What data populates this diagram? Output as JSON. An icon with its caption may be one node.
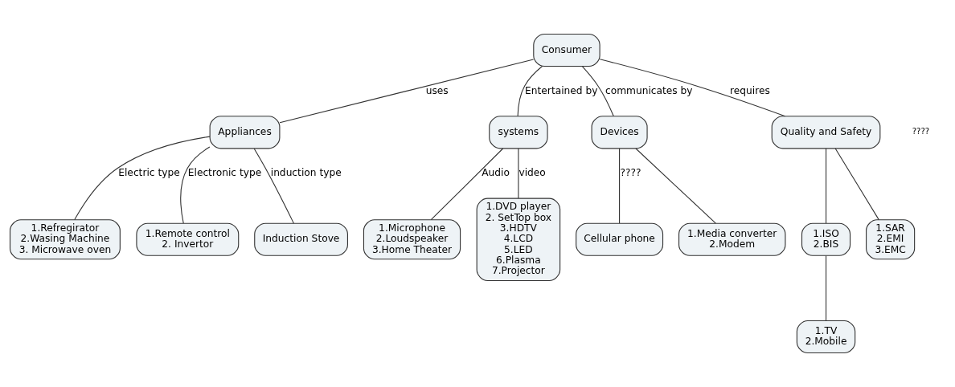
{
  "diagram": {
    "nodes": [
      {
        "text": [
          "Consumer"
        ]
      },
      {
        "text": [
          "Appliances"
        ]
      },
      {
        "text": [
          "systems"
        ]
      },
      {
        "text": [
          "Devices"
        ]
      },
      {
        "text": [
          "Quality and Safety"
        ]
      },
      {
        "text": [
          "1.Refregirator 2.Wasing Machine 3. Microwave oven"
        ]
      },
      {
        "text": [
          "1.Remote control 2. Invertor"
        ]
      },
      {
        "text": [
          "Induction Stove"
        ]
      },
      {
        "text": [
          "1.Microphone 2.Loudspeaker 3.Home Theater"
        ]
      },
      {
        "text": [
          "1.DVD player 2. SetTop box 3.HDTV 4.LCD 5.LED 6.Plasma 7.Projector"
        ]
      },
      {
        "text": [
          "Cellular phone"
        ]
      },
      {
        "text": [
          "1.Media converter 2.Modem"
        ]
      },
      {
        "text": [
          "1.ISO 2.BIS"
        ]
      },
      {
        "text": [
          "1.TV 2.Mobile"
        ]
      },
      {
        "text": [
          "1.SAR 2.EMI 3.EMC"
        ]
      }
    ],
    "edges": [
      {
        "from": 0,
        "to": 1,
        "arrow": "none",
        "label": "uses"
      },
      {
        "from": 0,
        "to": 2,
        "arrow": "none",
        "label": "Entertained by"
      },
      {
        "from": 0,
        "to": 3,
        "arrow": "none",
        "label": "communicates by"
      },
      {
        "from": 0,
        "to": 4,
        "arrow": "none",
        "label": "requires"
      },
      {
        "from": 1,
        "to": 5,
        "arrow": "none",
        "label": "Electric type"
      },
      {
        "from": 1,
        "to": 6,
        "arrow": "none",
        "label": "Electronic type"
      },
      {
        "from": 1,
        "to": 7,
        "arrow": "none",
        "label": "induction type"
      },
      {
        "from": 2,
        "to": 8,
        "arrow": "none",
        "label": "Audio"
      },
      {
        "from": 2,
        "to": 9,
        "arrow": "none",
        "label": "video"
      },
      {
        "from": 3,
        "to": 10,
        "arrow": "none",
        "label": "????"
      },
      {
        "from": 3,
        "to": 11,
        "arrow": "none"
      },
      {
        "from": 4,
        "to": 12,
        "arrow": "none"
      },
      {
        "from": 12,
        "to": 13,
        "arrow": "none"
      },
      {
        "from": 4,
        "to": 14,
        "arrow": "none"
      }
    ],
    "labels": [
      "????"
    ]
  }
}
